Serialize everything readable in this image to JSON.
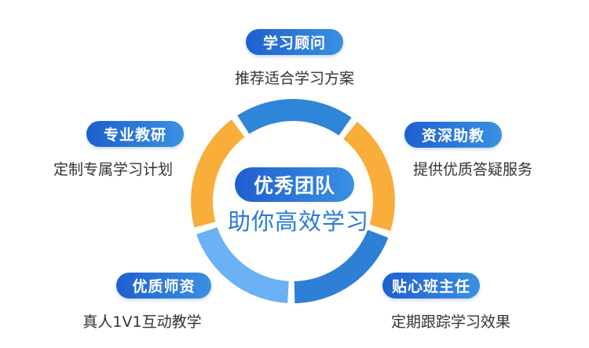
{
  "center": {
    "title": "优秀团队",
    "subtitle": "助你高效学习"
  },
  "items": [
    {
      "label": "学习顾问",
      "desc": "推荐适合学习方案"
    },
    {
      "label": "资深助教",
      "desc": "提供优质答疑服务"
    },
    {
      "label": "贴心班主任",
      "desc": "定期跟踪学习效果"
    },
    {
      "label": "优质师资",
      "desc": "真人1V1互动教学"
    },
    {
      "label": "专业教研",
      "desc": "定制专属学习计划"
    }
  ],
  "colors": {
    "segments": [
      "#2f86d8",
      "#f9ad3a",
      "#2e7fd6",
      "#6ab2f5",
      "#f9ad3a"
    ],
    "pill": "#2a72d8",
    "accent_text": "#2a7bd6"
  }
}
